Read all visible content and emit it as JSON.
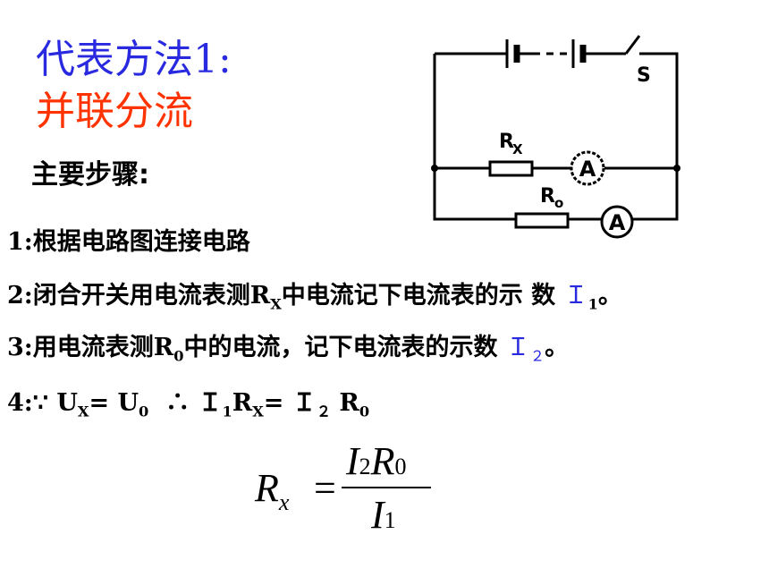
{
  "title": {
    "line1": "代表方法1:",
    "line2": "并联分流"
  },
  "subheading": "主要步骤:",
  "steps": {
    "s1": "1:根据电路图连接电路",
    "s2_a": "2:闭合开关用电流表测R",
    "s2_sub_x": "X",
    "s2_b": "中电流记下电流表的示 数",
    "s2_I": "Ｉ",
    "s2_sub_1": "1",
    "s2_end": "。",
    "s3_a": "3:用电流表测R",
    "s3_sub_0": "0",
    "s3_b": "中的电流，记下电流表的示数",
    "s3_I": "Ｉ",
    "s3_sub_2": "２",
    "s3_end": "。",
    "s4_a": "4:∵ U",
    "s4_sub_x": "X",
    "s4_b": "= U",
    "s4_sub_0": "0",
    "s4_c": "  ∴ Ｉ",
    "s4_sub_1": "1",
    "s4_d": "R",
    "s4_sub_x2": "X",
    "s4_e": "= Ｉ",
    "s4_sub_2": "２",
    "s4_f": " R",
    "s4_sub_0b": "0"
  },
  "formula": {
    "lhs": "R",
    "lhs_sub": "x",
    "eq": "=",
    "num_I": "I",
    "num_2": "2",
    "num_R": "R",
    "num_0": "0",
    "den_I": "I",
    "den_1": "1"
  },
  "circuit": {
    "switch_label": "S",
    "rx_label": "R",
    "rx_sub": "X",
    "r0_label": "R",
    "r0_sub": "o",
    "ammeter1": "A",
    "ammeter2": "A"
  }
}
